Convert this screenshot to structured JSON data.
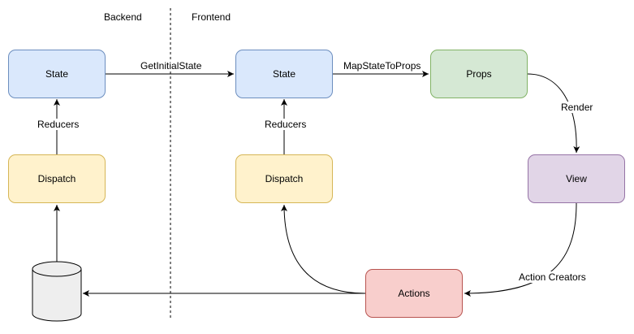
{
  "sections": {
    "backend": "Backend",
    "frontend": "Frontend"
  },
  "nodes": {
    "backend_state": "State",
    "backend_dispatch": "Dispatch",
    "frontend_state": "State",
    "frontend_dispatch": "Dispatch",
    "props": "Props",
    "view": "View",
    "actions": "Actions"
  },
  "edges": {
    "get_initial_state": "GetInitialState",
    "map_state_to_props": "MapStateToProps",
    "render": "Render",
    "action_creators": "Action Creators",
    "backend_reducers": "Reducers",
    "frontend_reducers": "Reducers"
  },
  "colors": {
    "state": "#dae8fc",
    "dispatch": "#fff2cc",
    "props": "#d5e8d4",
    "view": "#e1d5e7",
    "actions": "#f8cecc",
    "database": "#eeeeee"
  }
}
